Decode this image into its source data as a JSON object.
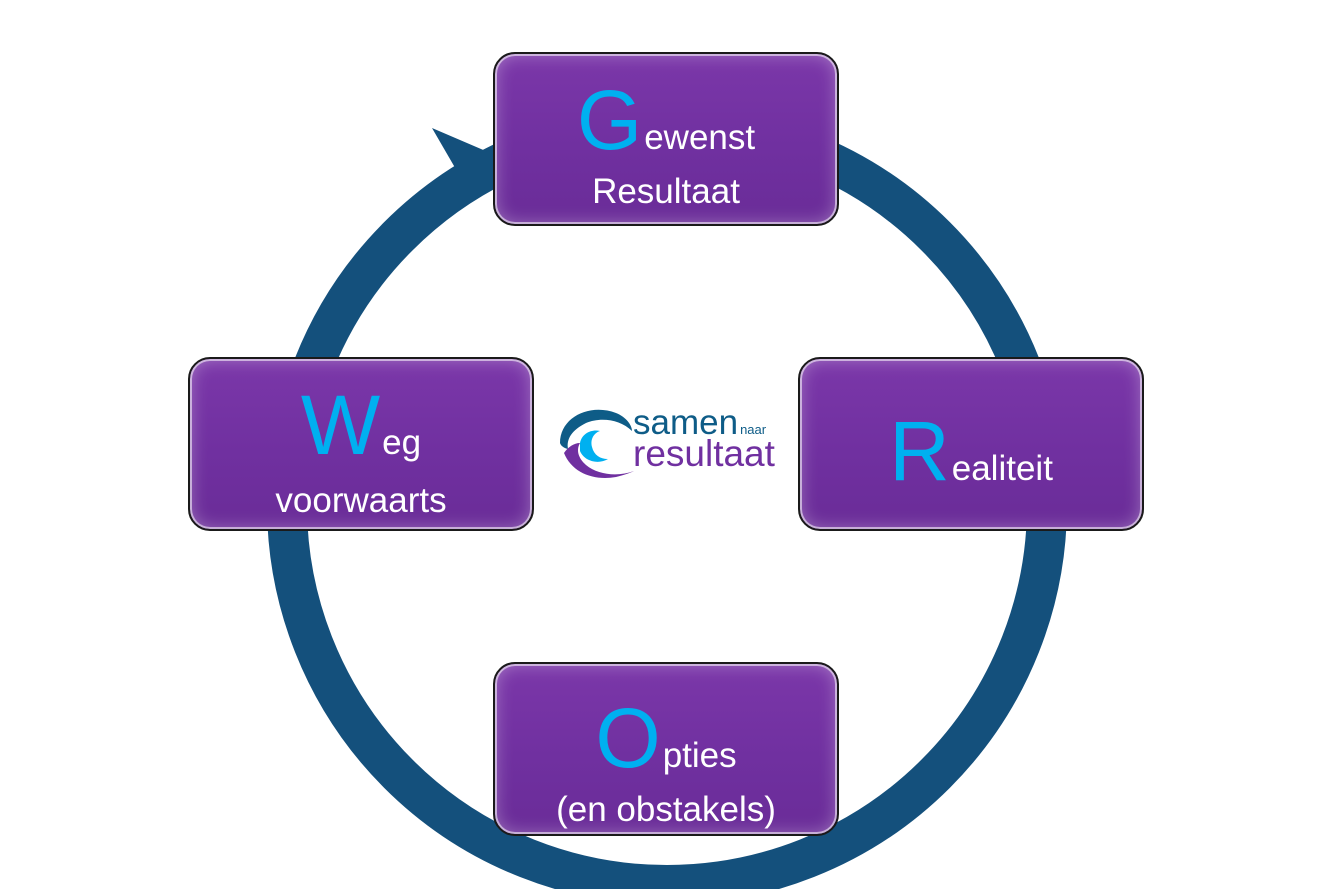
{
  "colors": {
    "arrow": "#14507c",
    "box_fill": "#7030a0",
    "initial": "#00b0f0",
    "text": "#ffffff",
    "logo_blue": "#0e5c87",
    "logo_purple": "#7030a0"
  },
  "steps": {
    "g": {
      "initial": "G",
      "rest": "ewenst",
      "line2": "Resultaat"
    },
    "r": {
      "initial": "R",
      "rest": "ealiteit"
    },
    "o": {
      "initial": "O",
      "rest": "pties",
      "line2": "(en obstakels)"
    },
    "w": {
      "initial": "W",
      "rest": "eg",
      "line2": "voorwaarts"
    }
  },
  "logo": {
    "word1": "samen",
    "word_small": "naar",
    "word2": "resultaat"
  }
}
